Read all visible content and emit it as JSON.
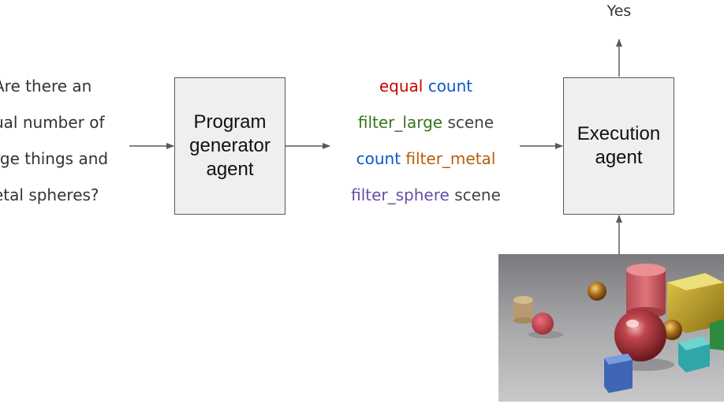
{
  "question": {
    "lines": [
      "Are there an",
      "ual number of",
      "rge things and",
      "etal spheres?"
    ]
  },
  "program_generator": {
    "label_lines": [
      "Program",
      "generator",
      "agent"
    ]
  },
  "program": {
    "lines": [
      [
        {
          "text": "equal",
          "color": "#cc0000"
        },
        {
          "text": "count",
          "color": "#1155cc"
        }
      ],
      [
        {
          "text": "filter_large",
          "color": "#38761d"
        },
        {
          "text": "scene",
          "color": "#434343"
        }
      ],
      [
        {
          "text": "count",
          "color": "#1155cc"
        },
        {
          "text": "filter_metal",
          "color": "#b45f06"
        }
      ],
      [
        {
          "text": "filter_sphere",
          "color": "#674ea7"
        },
        {
          "text": "scene",
          "color": "#434343"
        }
      ]
    ]
  },
  "execution_agent": {
    "label_lines": [
      "Execution",
      "agent"
    ]
  },
  "answer": {
    "text": "Yes"
  },
  "scene_image": {
    "icon": "rendered-3d-scene-image"
  }
}
